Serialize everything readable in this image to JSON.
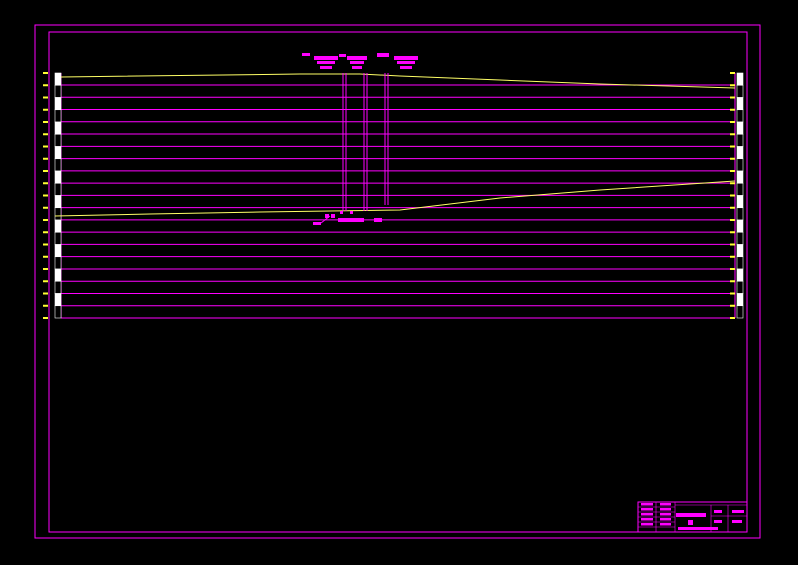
{
  "drawing": {
    "background": "#000000",
    "frame_color": "#ff00ff",
    "grid_color": "#ff00ff",
    "profile_color": "#ffff66",
    "tick_color": "#ffff33",
    "scale_bar_color": "#ffffff",
    "annotation_color": "#ff00ff",
    "title_block_color": "#ff00ff"
  },
  "section": {
    "grid_line_count": 20,
    "description_note": "Geological/engineering cross-section with three vertical boreholes; all labels rendered illegibly small in the screenshot"
  },
  "boreholes": [
    {
      "id": "bh-1"
    },
    {
      "id": "bh-2"
    },
    {
      "id": "bh-3"
    }
  ],
  "title_block": {
    "rows": 5
  }
}
